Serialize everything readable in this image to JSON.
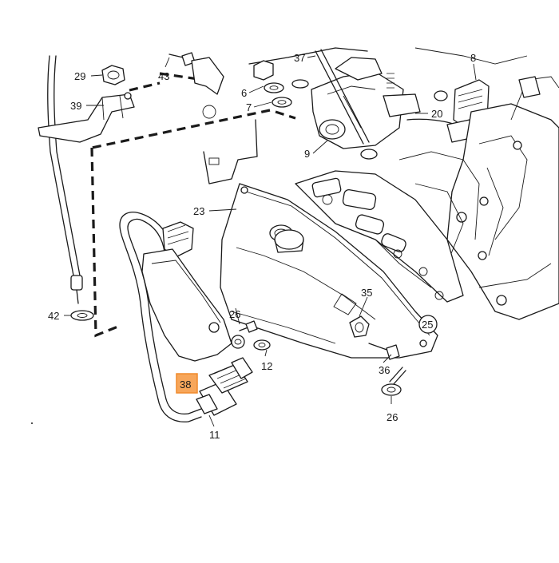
{
  "diagram": {
    "highlight_color": "#f7a65a",
    "callouts": [
      {
        "id": "c29",
        "text": "29"
      },
      {
        "id": "c43",
        "text": "43"
      },
      {
        "id": "c39",
        "text": "39"
      },
      {
        "id": "c6",
        "text": "6"
      },
      {
        "id": "c7",
        "text": "7"
      },
      {
        "id": "c37",
        "text": "37"
      },
      {
        "id": "c8",
        "text": "8"
      },
      {
        "id": "c20",
        "text": "20"
      },
      {
        "id": "c9",
        "text": "9"
      },
      {
        "id": "c23",
        "text": "23"
      },
      {
        "id": "c42",
        "text": "42"
      },
      {
        "id": "c26a",
        "text": "26"
      },
      {
        "id": "c12",
        "text": "12"
      },
      {
        "id": "c35",
        "text": "35"
      },
      {
        "id": "c25",
        "text": "25"
      },
      {
        "id": "c36",
        "text": "36"
      },
      {
        "id": "c26b",
        "text": "26"
      },
      {
        "id": "c38",
        "text": "38"
      },
      {
        "id": "c11",
        "text": "11"
      }
    ]
  }
}
